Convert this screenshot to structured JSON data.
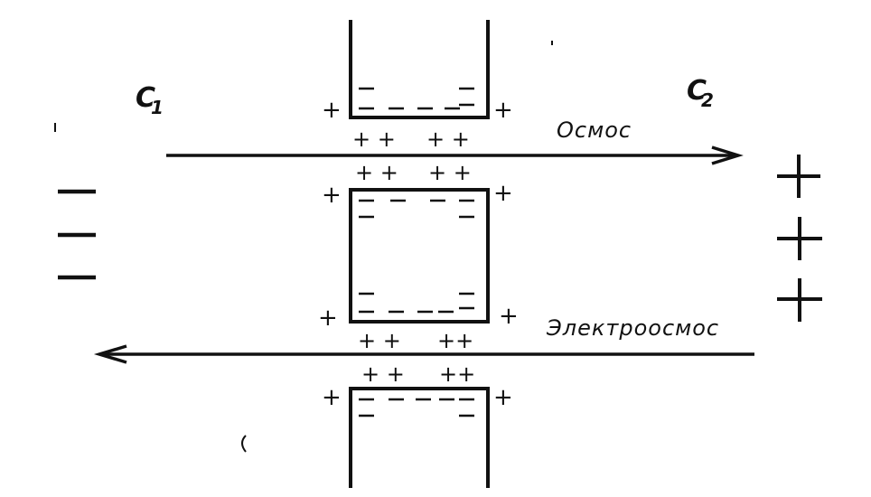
{
  "labels": {
    "c1_base": "C",
    "c1_sub": "1",
    "c2_base": "C",
    "c2_sub": "2",
    "osmos": "Осмос",
    "electroosmos": "Электроосмос"
  },
  "signs": {
    "plus": "+",
    "minus": "−",
    "pair": "+ +",
    "pair_tight": "++"
  },
  "colors": {
    "ink": "#111111",
    "background": "#ffffff"
  }
}
